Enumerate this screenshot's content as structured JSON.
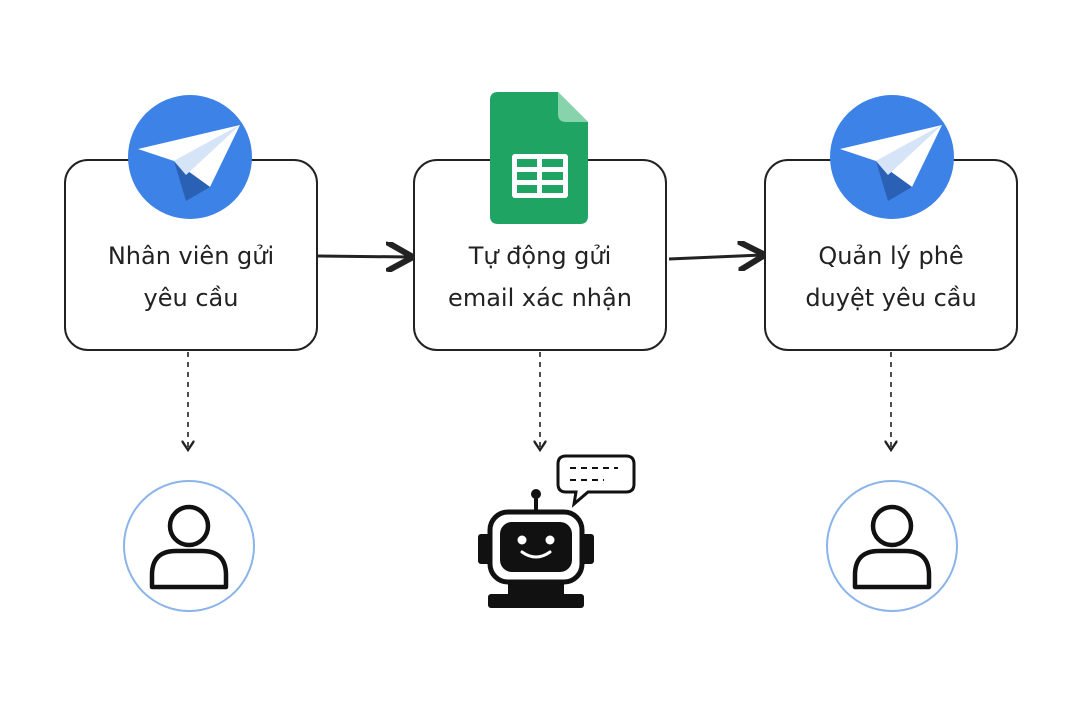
{
  "steps": [
    {
      "label": "Nhân viên gửi\nyêu cầu",
      "icon": "paper-plane-icon"
    },
    {
      "label": "Tự động gửi\nemail xác nhận",
      "icon": "google-sheets-icon"
    },
    {
      "label": "Quản lý phê\nduyệt yêu cầu",
      "icon": "paper-plane-icon"
    }
  ],
  "actors": [
    {
      "icon": "user-icon"
    },
    {
      "icon": "robot-icon"
    },
    {
      "icon": "user-icon"
    }
  ],
  "colors": {
    "stroke": "#222222",
    "plane_blue": "#3d82e6",
    "sheets_green": "#1fa463",
    "sheets_fold": "#87d4ac",
    "avatar_ring": "#8ab4ea"
  }
}
